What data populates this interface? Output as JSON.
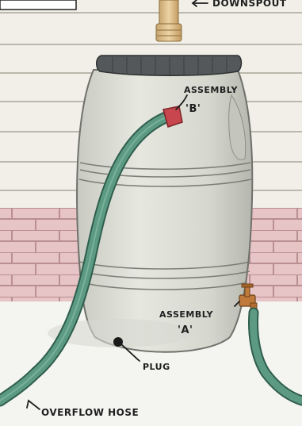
{
  "labels": {
    "downspout": "DOWNSPOUT",
    "assembly_b_line1": "ASSEMBLY",
    "assembly_b_line2": "'B'",
    "assembly_a_line1": "ASSEMBLY",
    "assembly_a_line2": "'A'",
    "plug": "PLUG",
    "overflow_hose": "OVERFLOW HOSE"
  },
  "colors": {
    "siding": "#f1efe8",
    "siding_line": "#a9a59a",
    "brick": "#e7c4c6",
    "brick_mortar": "#b98f92",
    "barrel": "#d9dbd2",
    "barrel_shade": "#b7b9b0",
    "lid": "#55585a",
    "hose": "#5d9a83",
    "hose_edge": "#2f5e4e",
    "assembly_b": "#c8474e",
    "spigot": "#c07a3c",
    "downspout": "#e0c28f"
  }
}
